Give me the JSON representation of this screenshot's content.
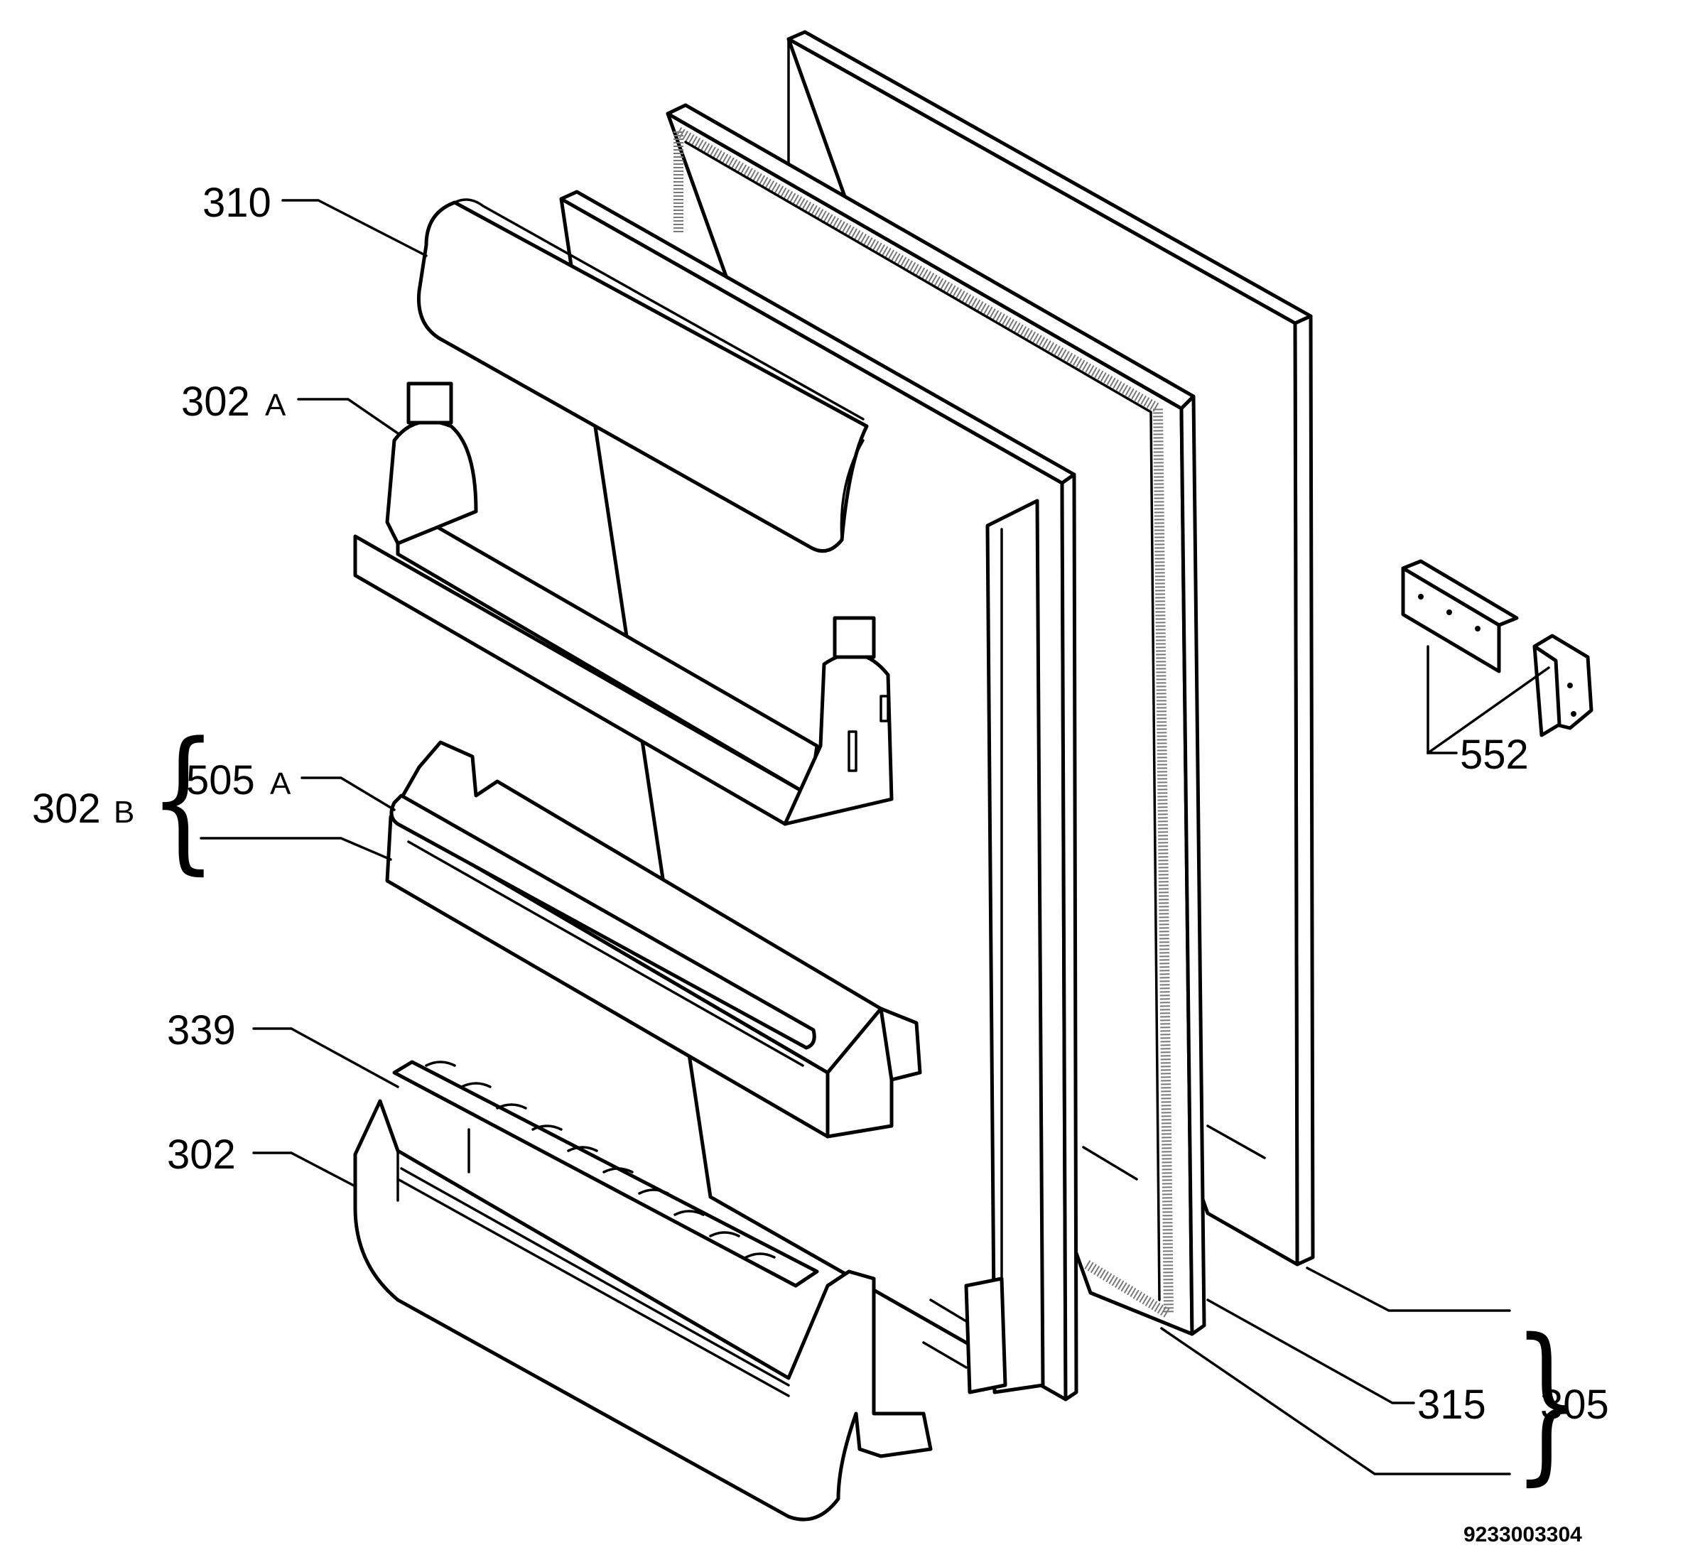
{
  "labels": {
    "door_shelf_cover": "310",
    "shelf_a_main": "302",
    "shelf_a_suffix": "A",
    "shelf_b_main": "302",
    "shelf_b_suffix": "B",
    "retainer_main": "505",
    "retainer_suffix": "A",
    "egg_tray": "339",
    "bottom_shelf": "302",
    "hinge": "552",
    "door_seal": "315",
    "door_assembly": "305"
  },
  "document_number": "9233003304"
}
